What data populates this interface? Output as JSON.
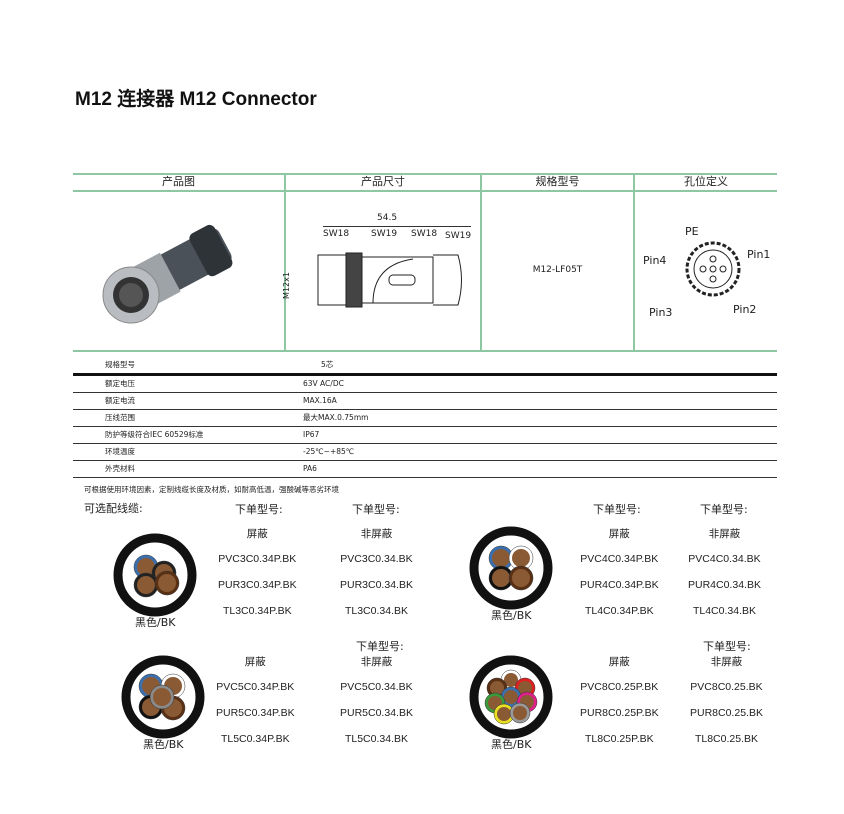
{
  "title": "M12 连接器 M12 Connector",
  "table": {
    "headers": [
      "产品图",
      "产品尺寸",
      "规格型号",
      "孔位定义"
    ],
    "dimension": {
      "length": "54.5",
      "sw": [
        "SW18",
        "SW19",
        "SW18",
        "SW19"
      ],
      "thread": "M12x1"
    },
    "model": "M12-LF05T",
    "pins": {
      "pe": "PE",
      "pin1": "Pin1",
      "pin2": "Pin2",
      "pin3": "Pin3",
      "pin4": "Pin4"
    }
  },
  "specs": [
    {
      "k": "规格型号",
      "v": "5芯"
    },
    {
      "k": "额定电压",
      "v": "63V AC/DC"
    },
    {
      "k": "额定电流",
      "v": "MAX.16A"
    },
    {
      "k": "压线范围",
      "v": "最大MAX.0.75mm"
    },
    {
      "k": "防护等级符合IEC 60529标准",
      "v": "IP67"
    },
    {
      "k": "环境温度",
      "v": "-25℃~+85℃"
    },
    {
      "k": "外壳材料",
      "v": "PA6"
    }
  ],
  "note": "可根据使用环境因素，定制线缆长度及材质，如耐高低温，强酸碱等恶劣环境",
  "cables_label": "可选配线缆:",
  "order_label": "下单型号:",
  "color_label": "黑色/BK",
  "cables": [
    {
      "shielded": {
        "h": "屏蔽",
        "items": [
          "PVC3C0.34P.BK",
          "PUR3C0.34P.BK",
          "TL3C0.34P.BK"
        ]
      },
      "unshielded": {
        "h": "非屏蔽",
        "items": [
          "PVC3C0.34.BK",
          "PUR3C0.34.BK",
          "TL3C0.34.BK"
        ]
      }
    },
    {
      "shielded": {
        "h": "屏蔽",
        "items": [
          "PVC4C0.34P.BK",
          "PUR4C0.34P.BK",
          "TL4C0.34P.BK"
        ]
      },
      "unshielded": {
        "h": "非屏蔽",
        "items": [
          "PVC4C0.34.BK",
          "PUR4C0.34.BK",
          "TL4C0.34.BK"
        ]
      }
    },
    {
      "shielded": {
        "h": "屏蔽",
        "items": [
          "PVC5C0.34P.BK",
          "PUR5C0.34P.BK",
          "TL5C0.34P.BK"
        ]
      },
      "unshielded": {
        "h": "非屏蔽",
        "items": [
          "PVC5C0.34.BK",
          "PUR5C0.34.BK",
          "TL5C0.34.BK"
        ]
      }
    },
    {
      "shielded": {
        "h": "屏蔽",
        "items": [
          "PVC8C0.25P.BK",
          "PUR8C0.25P.BK",
          "TL8C0.25P.BK"
        ]
      },
      "unshielded": {
        "h": "非屏蔽",
        "items": [
          "PVC8C0.25.BK",
          "PUR8C0.25.BK",
          "TL8C0.25.BK"
        ]
      }
    }
  ],
  "colors": {
    "grid": "#8dc8a2",
    "core": "#8a5a34"
  }
}
